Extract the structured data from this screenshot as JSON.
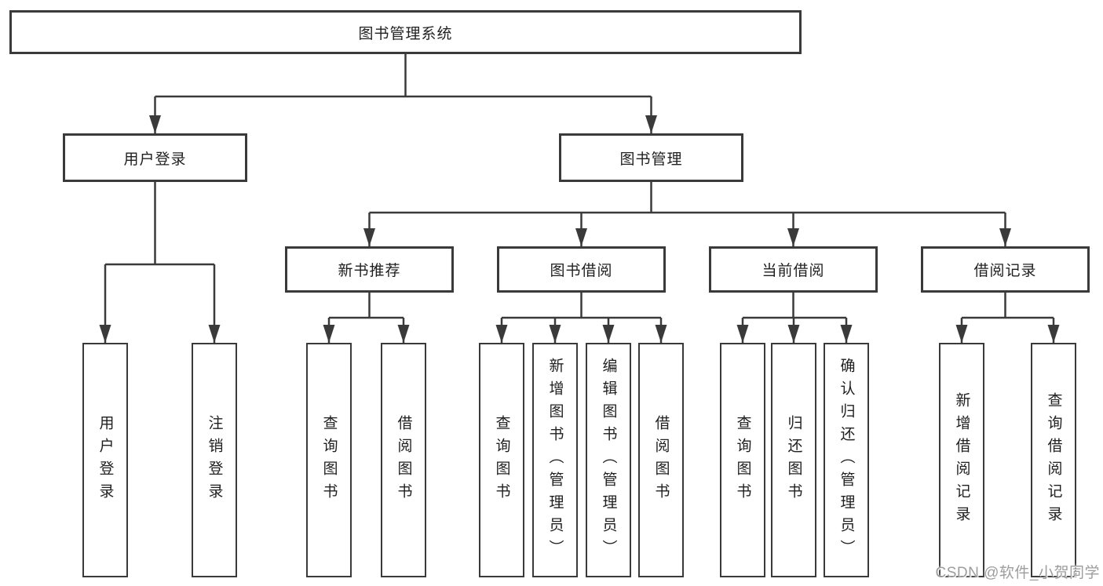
{
  "title": {
    "label": "图书管理系统"
  },
  "branches": [
    {
      "label": "用户登录",
      "children": [
        {
          "label": "用户登录"
        },
        {
          "label": "注销登录"
        }
      ]
    },
    {
      "label": "图书管理",
      "children": [
        {
          "label": "新书推荐",
          "children": [
            {
              "label": "查询图书"
            },
            {
              "label": "借阅图书"
            }
          ]
        },
        {
          "label": "图书借阅",
          "children": [
            {
              "label": "查询图书"
            },
            {
              "label": "新增图书（管理员）"
            },
            {
              "label": "编辑图书（管理员）"
            },
            {
              "label": "借阅图书"
            }
          ]
        },
        {
          "label": "当前借阅",
          "children": [
            {
              "label": "查询图书"
            },
            {
              "label": "归还图书"
            },
            {
              "label": "确认归还（管理员）"
            }
          ]
        },
        {
          "label": "借阅记录",
          "children": [
            {
              "label": "新增借阅记录"
            },
            {
              "label": "查询借阅记录"
            }
          ]
        }
      ]
    }
  ],
  "watermark": {
    "text": "CSDN @软件_小贺同学"
  },
  "colors": {
    "line": "#3a3a3a",
    "box_border": "#3a3a3a",
    "text": "#1f1f1f",
    "background": "#ffffff",
    "watermark": "#9d9d9d"
  }
}
